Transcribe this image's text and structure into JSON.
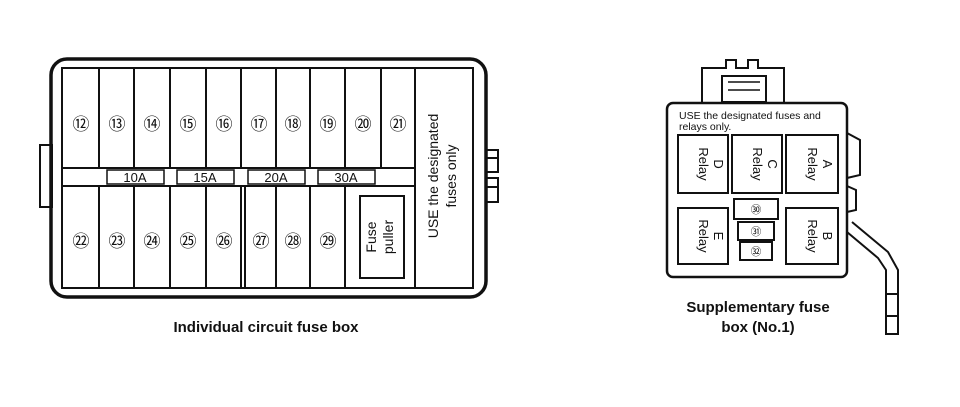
{
  "individual_box": {
    "caption": "Individual circuit fuse box",
    "side_note_line1": "USE the designated",
    "side_note_line2": "fuses only",
    "top_fuses": [
      "⑫",
      "⑬",
      "⑭",
      "⑮",
      "⑯",
      "⑰",
      "⑱",
      "⑲",
      "⑳",
      "㉑"
    ],
    "bottom_fuses": [
      "㉒",
      "㉓",
      "㉔",
      "㉕",
      "㉖",
      "㉗",
      "㉘",
      "㉙"
    ],
    "amp_labels": [
      "10A",
      "15A",
      "20A",
      "30A"
    ],
    "puller_line1": "Fuse",
    "puller_line2": "puller"
  },
  "supplementary_box": {
    "caption_line1": "Supplementary fuse",
    "caption_line2": "box (No.1)",
    "note_line1": "USE the designated fuses and",
    "note_line2": "relays only.",
    "relays": [
      {
        "name": "Relay",
        "letter": "D"
      },
      {
        "name": "Relay",
        "letter": "C"
      },
      {
        "name": "Relay",
        "letter": "A"
      },
      {
        "name": "Relay",
        "letter": "E"
      },
      {
        "name": "Relay",
        "letter": "B"
      }
    ],
    "fuses": [
      "㉚",
      "㉛",
      "㉜"
    ]
  },
  "colors": {
    "line": "#111111",
    "background": "#ffffff"
  }
}
